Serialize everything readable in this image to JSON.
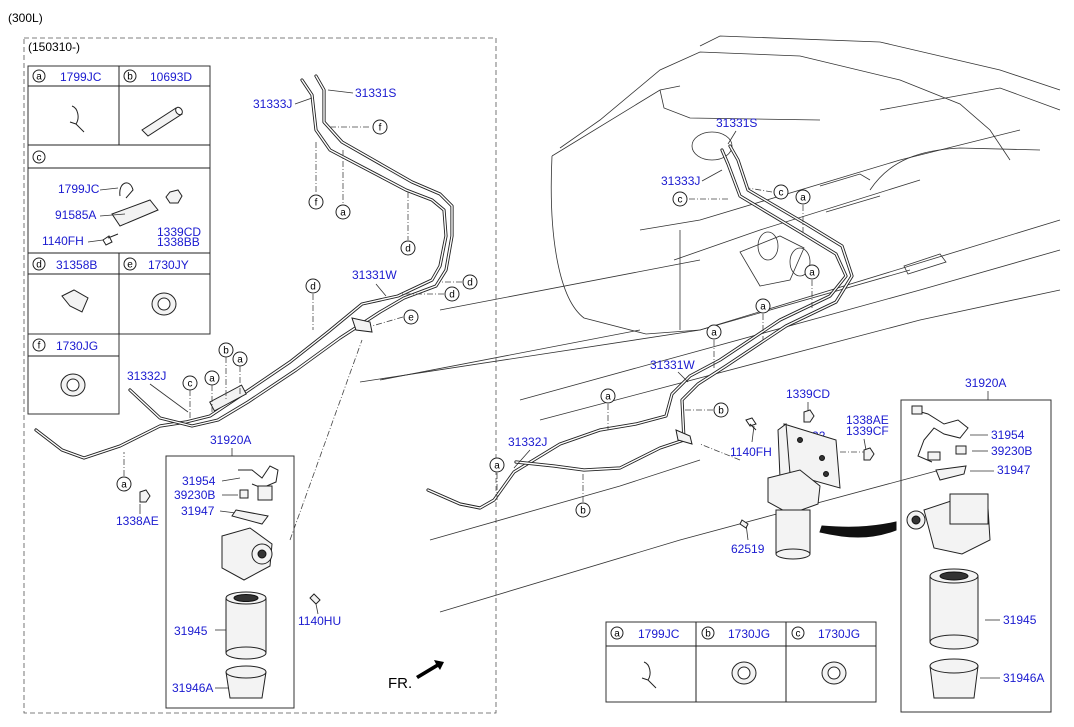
{
  "header": {
    "model": "(300L)",
    "variant": "(150310-)"
  },
  "legend_left": {
    "a": {
      "letter": "a",
      "part": "1799JC"
    },
    "b": {
      "letter": "b",
      "part": "10693D"
    },
    "c": {
      "letter": "c",
      "parts": [
        "1799JC",
        "91585A",
        "1339CD",
        "1338BB",
        "1140FH"
      ]
    },
    "d": {
      "letter": "d",
      "part": "31358B"
    },
    "e": {
      "letter": "e",
      "part": "1730JY"
    },
    "f": {
      "letter": "f",
      "part": "1730JG"
    }
  },
  "legend_right": {
    "a": {
      "letter": "a",
      "part": "1799JC"
    },
    "b": {
      "letter": "b",
      "part": "1730JG"
    },
    "c": {
      "letter": "c",
      "part": "1730JG"
    }
  },
  "left_labels": {
    "p31333J": "31333J",
    "p31331S": "31331S",
    "p31331W": "31331W",
    "p31332J": "31332J",
    "p31920A": "31920A",
    "p31954": "31954",
    "p39230B": "39230B",
    "p31947": "31947",
    "p1338AE": "1338AE",
    "p1140HU": "1140HU",
    "p31945": "31945",
    "p31946A": "31946A"
  },
  "right_labels": {
    "p31331S": "31331S",
    "p31333J": "31333J",
    "p31331W": "31331W",
    "p31332J": "31332J",
    "p1339CD": "1339CD",
    "p1338AE": "1338AE",
    "p1339CF": "1339CF",
    "p31932": "31932",
    "p1140FH": "1140FH",
    "p62519": "62519",
    "p31920A": "31920A",
    "p31954": "31954",
    "p39230B": "39230B",
    "p31947": "31947",
    "p31945": "31945",
    "p31946A": "31946A"
  },
  "callouts": {
    "a": "a",
    "b": "b",
    "c": "c",
    "d": "d",
    "e": "e",
    "f": "f"
  },
  "front_marker": "FR.",
  "colors": {
    "label_blue": "#1a1ad0",
    "line": "#222222"
  }
}
